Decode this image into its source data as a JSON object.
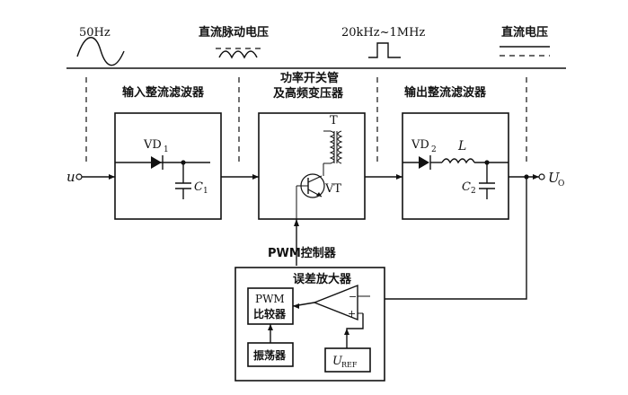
{
  "waveforms": {
    "ac": "50Hz",
    "pulsating_dc": "直流脉动电压",
    "pwm": "20kHz~1MHz",
    "dc": "直流电压"
  },
  "blocks": {
    "input_filter": {
      "title": "输入整流滤波器",
      "diode": "VD",
      "diode_sub": "1",
      "cap": "C",
      "cap_sub": "1"
    },
    "switch": {
      "title_line1": "功率开关管",
      "title_line2": "及高频变压器",
      "transformer": "T",
      "transistor": "VT"
    },
    "output_filter": {
      "title": "输出整流滤波器",
      "diode": "VD",
      "diode_sub": "2",
      "inductor": "L",
      "cap": "C",
      "cap_sub": "2"
    },
    "pwm_controller": {
      "title": "PWM控制器",
      "error_amp": "误差放大器",
      "comparator_line1": "PWM",
      "comparator_line2": "比较器",
      "oscillator": "振荡器",
      "uref": "U",
      "uref_sub": "REF"
    }
  },
  "terminals": {
    "input": "u",
    "output": "U",
    "output_sub": "O"
  }
}
